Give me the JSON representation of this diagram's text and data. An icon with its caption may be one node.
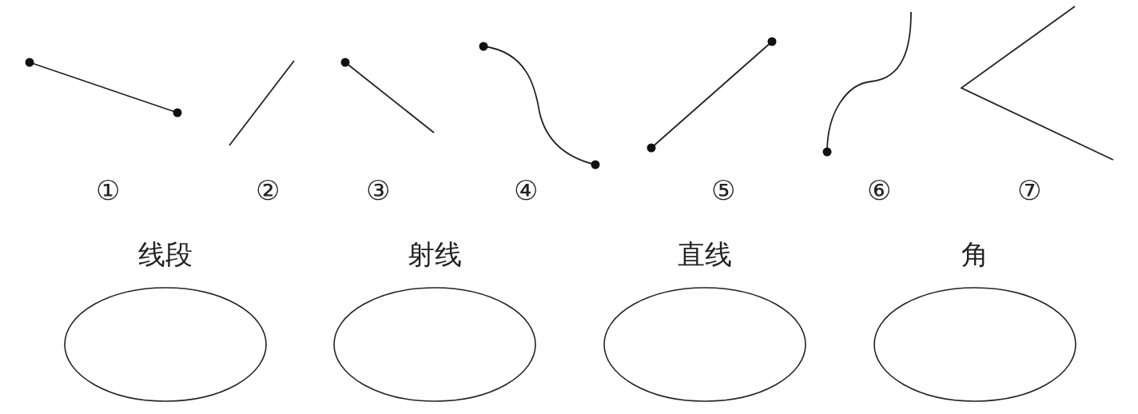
{
  "diagram": {
    "nodes": [
      {
        "text": [
          "线段"
        ]
      },
      {
        "text": [
          "射线"
        ]
      },
      {
        "text": [
          "直线"
        ]
      },
      {
        "text": [
          "角"
        ]
      }
    ],
    "labels": [
      "①",
      "②",
      "③",
      "④",
      "⑤",
      "⑥",
      "⑦"
    ]
  }
}
